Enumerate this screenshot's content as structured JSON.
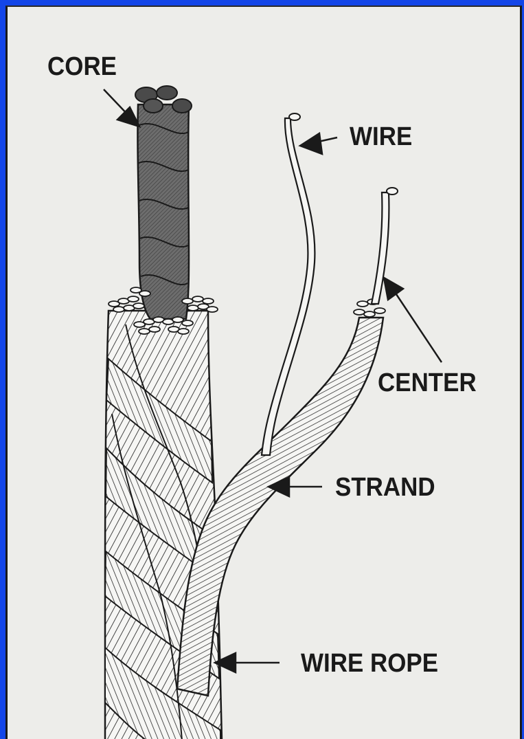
{
  "labels": {
    "core": "CORE",
    "wire": "WIRE",
    "center": "CENTER",
    "strand": "STRAND",
    "wire_rope": "WIRE ROPE"
  },
  "colors": {
    "outer_frame": "#1446e8",
    "background": "#ededea",
    "ink": "#1a1a1a",
    "core_fill": "#6d6d6d",
    "wire_fill": "#f6f6f4"
  }
}
